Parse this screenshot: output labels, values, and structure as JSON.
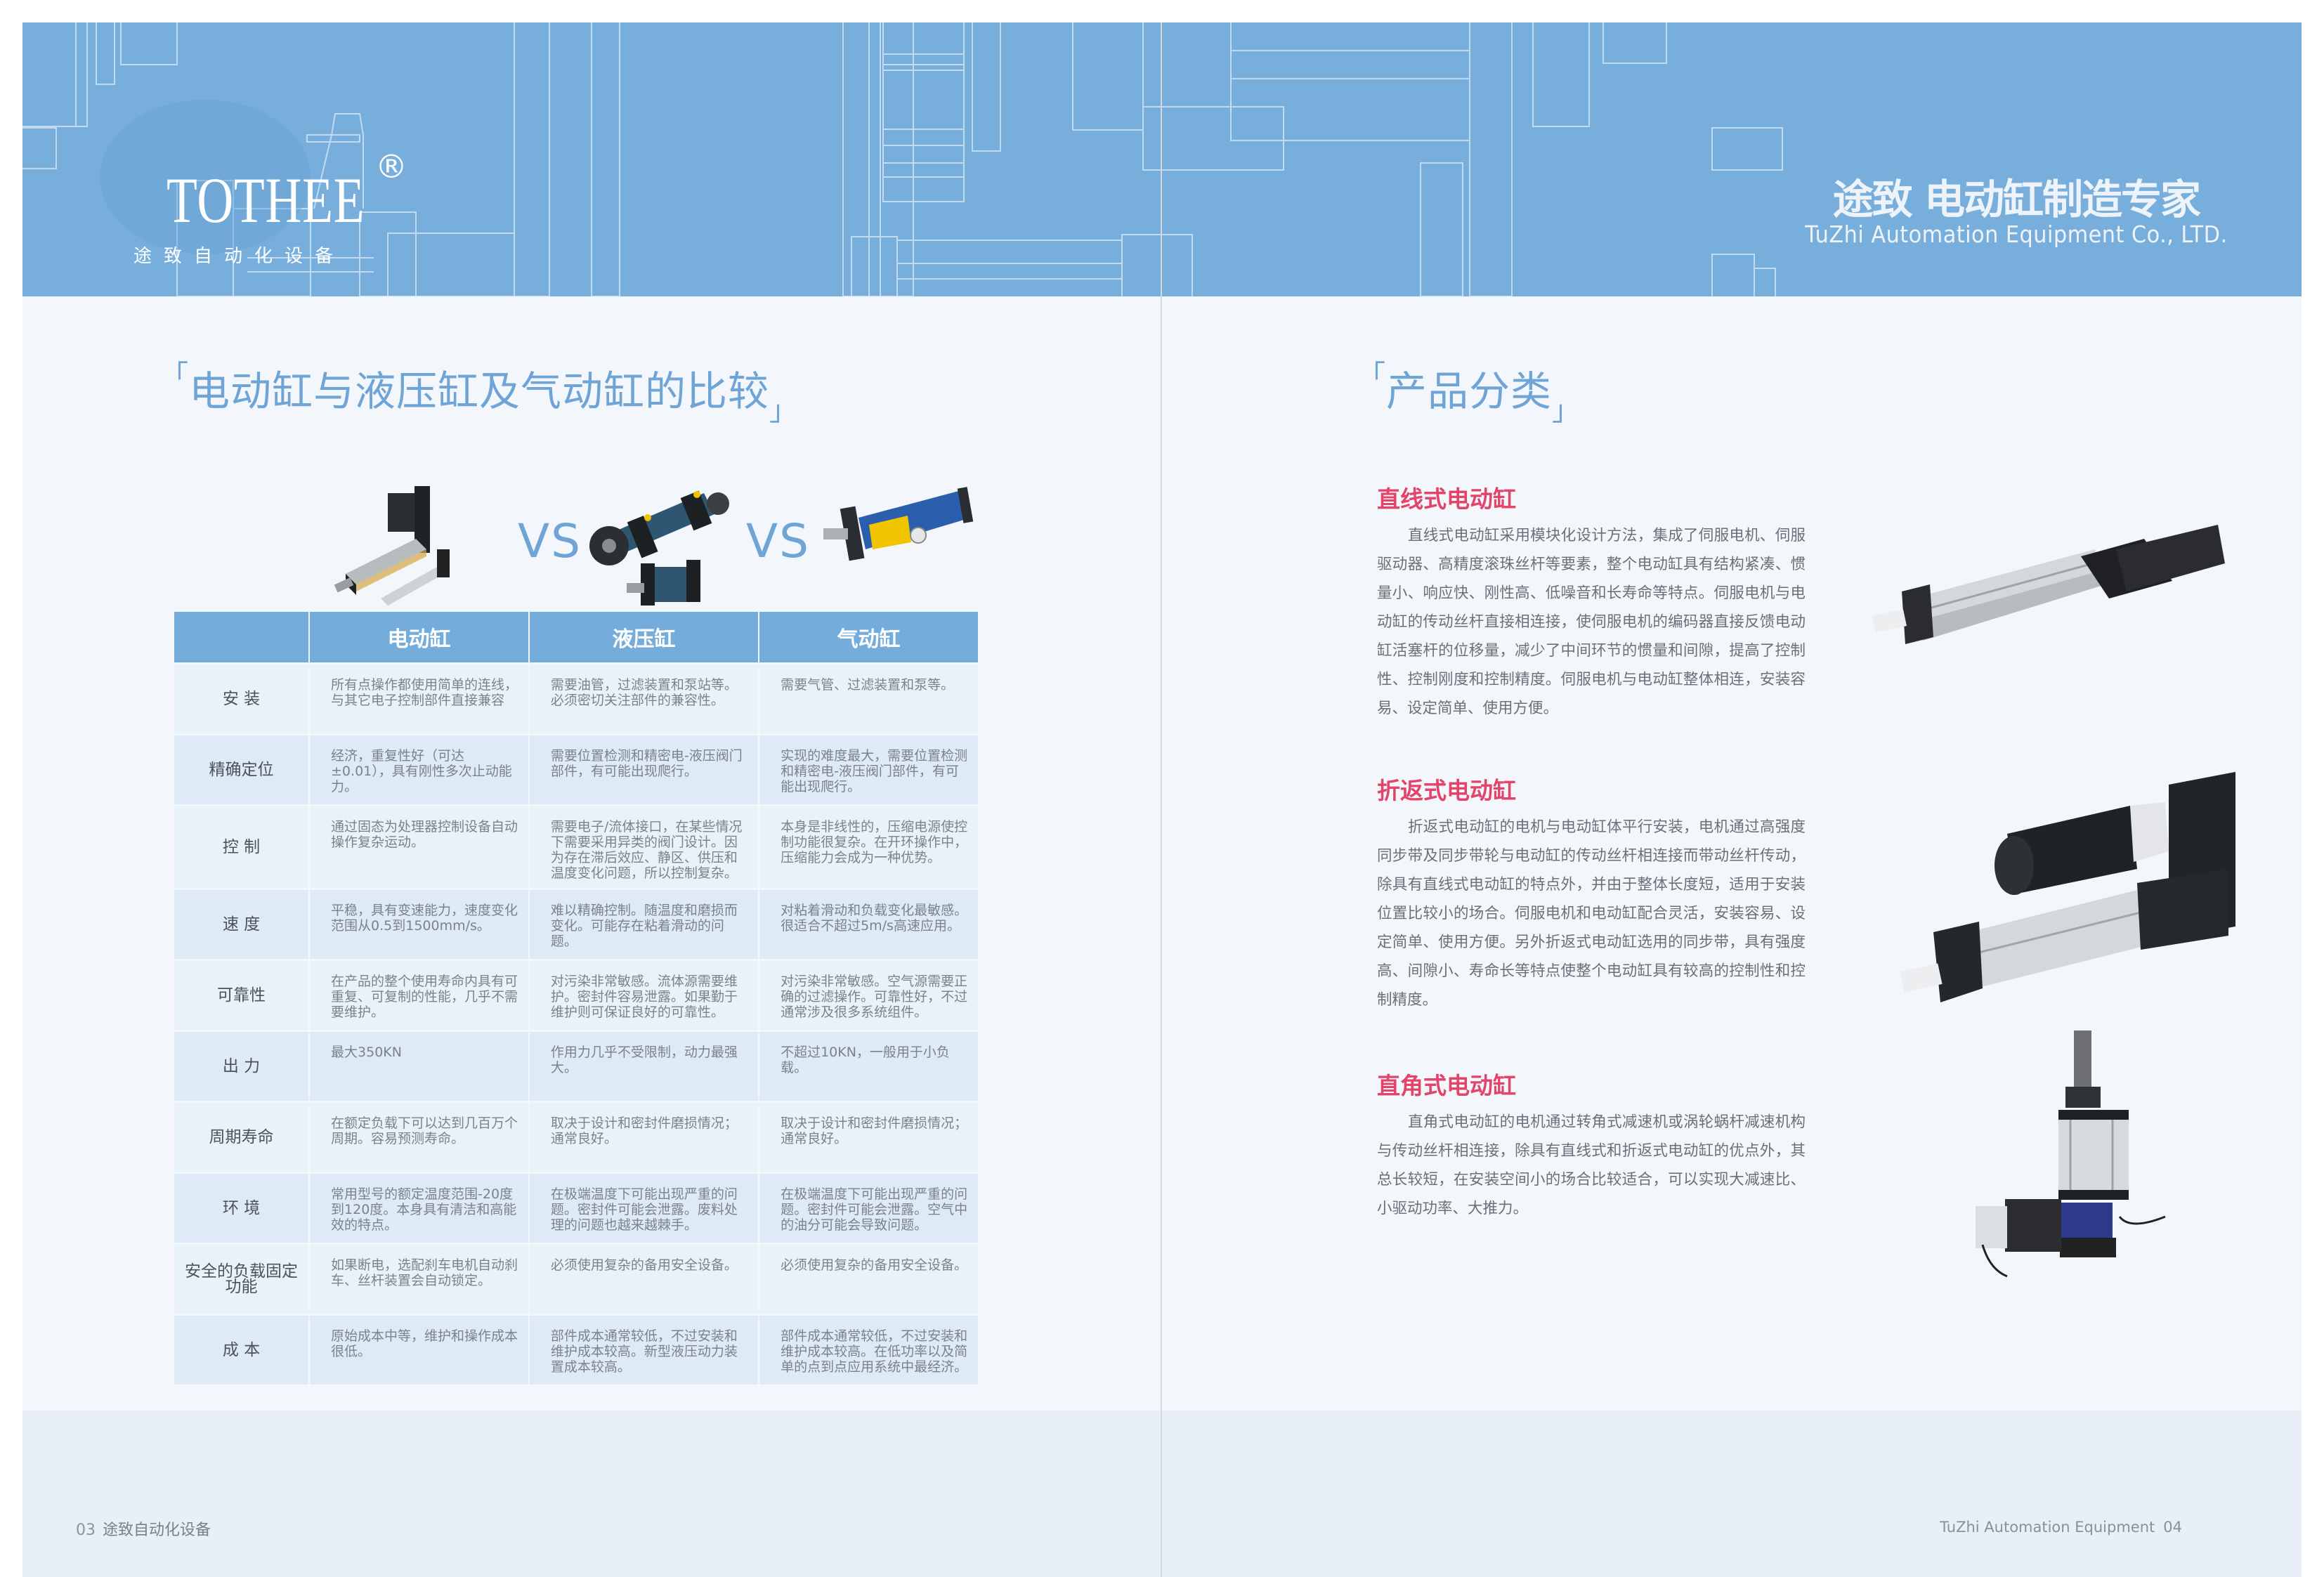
{
  "header": {
    "brand": "TOTHEE",
    "registered_mark": "®",
    "brand_subtitle": "途致自动化设备",
    "tagline": "途致 电动缸制造专家",
    "tagline_en": "TuZhi Automation Equipment Co., LTD.",
    "banner_color": "#77aedb"
  },
  "left_page": {
    "title": "电动缸与液压缸及气动缸的比较",
    "vs_label": "VS",
    "images": [
      {
        "name": "electric-cylinder-image",
        "alt": "电动缸"
      },
      {
        "name": "hydraulic-cylinder-image",
        "alt": "液压缸"
      },
      {
        "name": "pneumatic-cylinder-image",
        "alt": "气动缸"
      }
    ],
    "table": {
      "columns": [
        "",
        "电动缸",
        "液压缸",
        "气动缸"
      ],
      "rows": [
        {
          "label": "安 装",
          "electric": "所有点操作都使用简单的连线，与其它电子控制部件直接兼容",
          "hydraulic": "需要油管，过滤装置和泵站等。必须密切关注部件的兼容性。",
          "pneumatic": "需要气管、过滤装置和泵等。"
        },
        {
          "label": "精确定位",
          "electric": "经济，重复性好（可达±0.01），具有刚性多次止动能力。",
          "hydraulic": "需要位置检测和精密电-液压阀门部件，有可能出现爬行。",
          "pneumatic": "实现的难度最大，需要位置检测和精密电-液压阀门部件，有可能出现爬行。"
        },
        {
          "label": "控 制",
          "electric": "通过固态为处理器控制设备自动操作复杂运动。",
          "hydraulic": "需要电子/流体接口，在某些情况下需要采用异类的阀门设计。因为存在滞后效应、静区、供压和温度变化问题，所以控制复杂。",
          "pneumatic": "本身是非线性的，压缩电源使控制功能很复杂。在开环操作中，压缩能力会成为一种优势。"
        },
        {
          "label": "速 度",
          "electric": "平稳，具有变速能力，速度变化范围从0.5到1500mm/s。",
          "hydraulic": "难以精确控制。随温度和磨损而变化。可能存在粘着滑动的问题。",
          "pneumatic": "对粘着滑动和负载变化最敏感。很适合不超过5m/s高速应用。"
        },
        {
          "label": "可靠性",
          "electric": "在产品的整个使用寿命内具有可重复、可复制的性能，几乎不需要维护。",
          "hydraulic": "对污染非常敏感。流体源需要维护。密封件容易泄露。如果勤于维护则可保证良好的可靠性。",
          "pneumatic": "对污染非常敏感。空气源需要正确的过滤操作。可靠性好，不过通常涉及很多系统组件。"
        },
        {
          "label": "出 力",
          "electric": "最大350KN",
          "hydraulic": "作用力几乎不受限制，动力最强大。",
          "pneumatic": "不超过10KN，一般用于小负载。"
        },
        {
          "label": "周期寿命",
          "electric": "在额定负载下可以达到几百万个周期。容易预测寿命。",
          "hydraulic": "取决于设计和密封件磨损情况；通常良好。",
          "pneumatic": "取决于设计和密封件磨损情况；通常良好。"
        },
        {
          "label": "环 境",
          "electric": "常用型号的额定温度范围-20度到120度。本身具有清洁和高能效的特点。",
          "hydraulic": "在极端温度下可能出现严重的问题。密封件可能会泄露。废料处理的问题也越来越棘手。",
          "pneumatic": "在极端温度下可能出现严重的问题。密封件可能会泄露。空气中的油分可能会导致问题。"
        },
        {
          "label": "安全的负载固定功能",
          "electric": "如果断电，选配刹车电机自动刹车、丝杆装置会自动锁定。",
          "hydraulic": "必须使用复杂的备用安全设备。",
          "pneumatic": "必须使用复杂的备用安全设备。"
        },
        {
          "label": "成 本",
          "electric": "原始成本中等，维护和操作成本很低。",
          "hydraulic": "部件成本通常较低，不过安装和维护成本较高。新型液压动力装置成本较高。",
          "pneumatic": "部件成本通常较低，不过安装和维护成本较高。在低功率以及简单的点到点应用系统中最经济。"
        }
      ]
    },
    "footer": {
      "page_number": "03",
      "text": "途致自动化设备"
    }
  },
  "right_page": {
    "title": "产品分类",
    "products": [
      {
        "heading": "直线式电动缸",
        "body": "直线式电动缸采用模块化设计方法，集成了伺服电机、伺服驱动器、高精度滚珠丝杆等要素，整个电动缸具有结构紧凑、惯量小、响应快、刚性高、低噪音和长寿命等特点。伺服电机与电动缸的传动丝杆直接相连接，使伺服电机的编码器直接反馈电动缸活塞杆的位移量，减少了中间环节的惯量和间隙，提高了控制性、控制刚度和控制精度。伺服电机与电动缸整体相连，安装容易、设定简单、使用方便。"
      },
      {
        "heading": "折返式电动缸",
        "body": "折返式电动缸的电机与电动缸体平行安装，电机通过高强度同步带及同步带轮与电动缸的传动丝杆相连接而带动丝杆传动，除具有直线式电动缸的特点外，并由于整体长度短，适用于安装位置比较小的场合。伺服电机和电动缸配合灵活，安装容易、设定简单、使用方便。另外折返式电动缸选用的同步带，具有强度高、间隙小、寿命长等特点使整个电动缸具有较高的控制性和控制精度。"
      },
      {
        "heading": "直角式电动缸",
        "body": "直角式电动缸的电机通过转角式减速机或涡轮蜗杆减速机构与传动丝杆相连接，除具有直线式和折返式电动缸的优点外，其总长较短，在安装空间小的场合比较适合，可以实现大减速比、小驱动功率、大推力。"
      }
    ],
    "heading_color": "#e34469",
    "footer": {
      "text": "TuZhi Automation Equipment",
      "page_number": "04"
    }
  }
}
